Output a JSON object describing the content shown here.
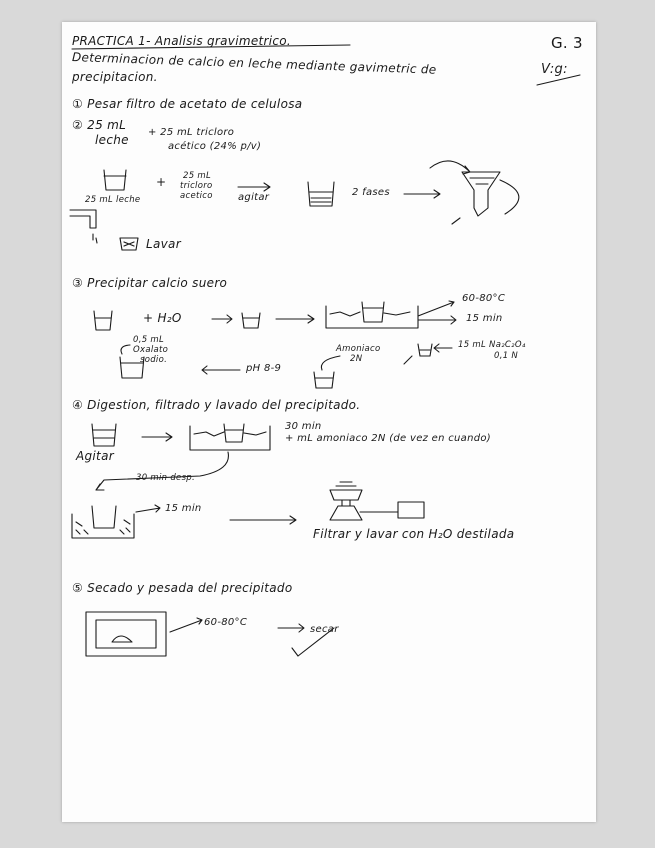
{
  "header": {
    "title": "PRACTICA 1- Analisis gravimetrico.",
    "subtitle_line1": "Determinacion de calcio en leche mediante gavimetric de",
    "subtitle_line2": "precipitacion.",
    "group": "G. 3",
    "vig": "V:g:"
  },
  "step1": {
    "label": "① Pesar filtro de acetato de celulosa"
  },
  "step2": {
    "label_line1": "② 25 mL",
    "label_line2": "leche",
    "reagent_line1": "+ 25 mL tricloro",
    "reagent_line2": "acético (24% p/v)",
    "beaker_label": "25 mL leche",
    "plus": "+",
    "add_line1": "25 mL",
    "add_line2": "tricloro",
    "add_line3": "acetico",
    "agitar": "agitar",
    "fases": "2 fases",
    "lavar": "Lavar"
  },
  "step3": {
    "label": "③ Precipitar calcio suero",
    "h2o": "+ H₂O",
    "temp": "60-80°C",
    "time": "15 min",
    "reagent_line1": "15 mL Na₂C₂O₄",
    "reagent_line2": "0,1 N",
    "amoniaco_line1": "Amoniaco",
    "amoniaco_line2": "2N",
    "ph": "pH 8-9",
    "oxalato_line1": "0,5 mL",
    "oxalato_line2": "Oxalato",
    "oxalato_line3": "sodio."
  },
  "step4": {
    "label": "④ Digestion, filtrado y lavado del precipitado.",
    "agitar": "Agitar",
    "time": "30 min",
    "amoniaco": "+ mL amoniaco 2N (de vez en cuando)",
    "desp": "30 min desp.",
    "time2": "15 min",
    "filtrar": "Filtrar y lavar con H₂O destilada"
  },
  "step5": {
    "label": "⑤ Secado y pesada del precipitado",
    "temp": "60-80°C",
    "secar": "secar"
  }
}
